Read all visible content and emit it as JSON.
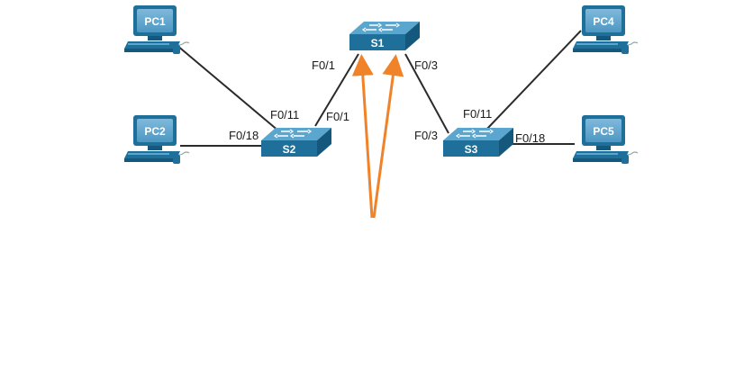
{
  "colors": {
    "device_blue": "#1e6f9a",
    "device_light": "#5aa6cf",
    "device_dark": "#15587d",
    "link": "#2b2b2b",
    "arrow": "#f0832a"
  },
  "devices": {
    "pc1": {
      "label": "PC1",
      "icon": "computer-icon"
    },
    "pc2": {
      "label": "PC2",
      "icon": "computer-icon"
    },
    "pc4": {
      "label": "PC4",
      "icon": "computer-icon"
    },
    "pc5": {
      "label": "PC5",
      "icon": "computer-icon"
    },
    "s1": {
      "label": "S1",
      "icon": "switch-icon"
    },
    "s2": {
      "label": "S2",
      "icon": "switch-icon"
    },
    "s3": {
      "label": "S3",
      "icon": "switch-icon"
    }
  },
  "ports": {
    "s1_f01": "F0/1",
    "s1_f03": "F0/3",
    "s2_f011": "F0/11",
    "s2_f01": "F0/1",
    "s2_f018": "F0/18",
    "s3_f011": "F0/11",
    "s3_f03": "F0/3",
    "s3_f018": "F0/18"
  }
}
